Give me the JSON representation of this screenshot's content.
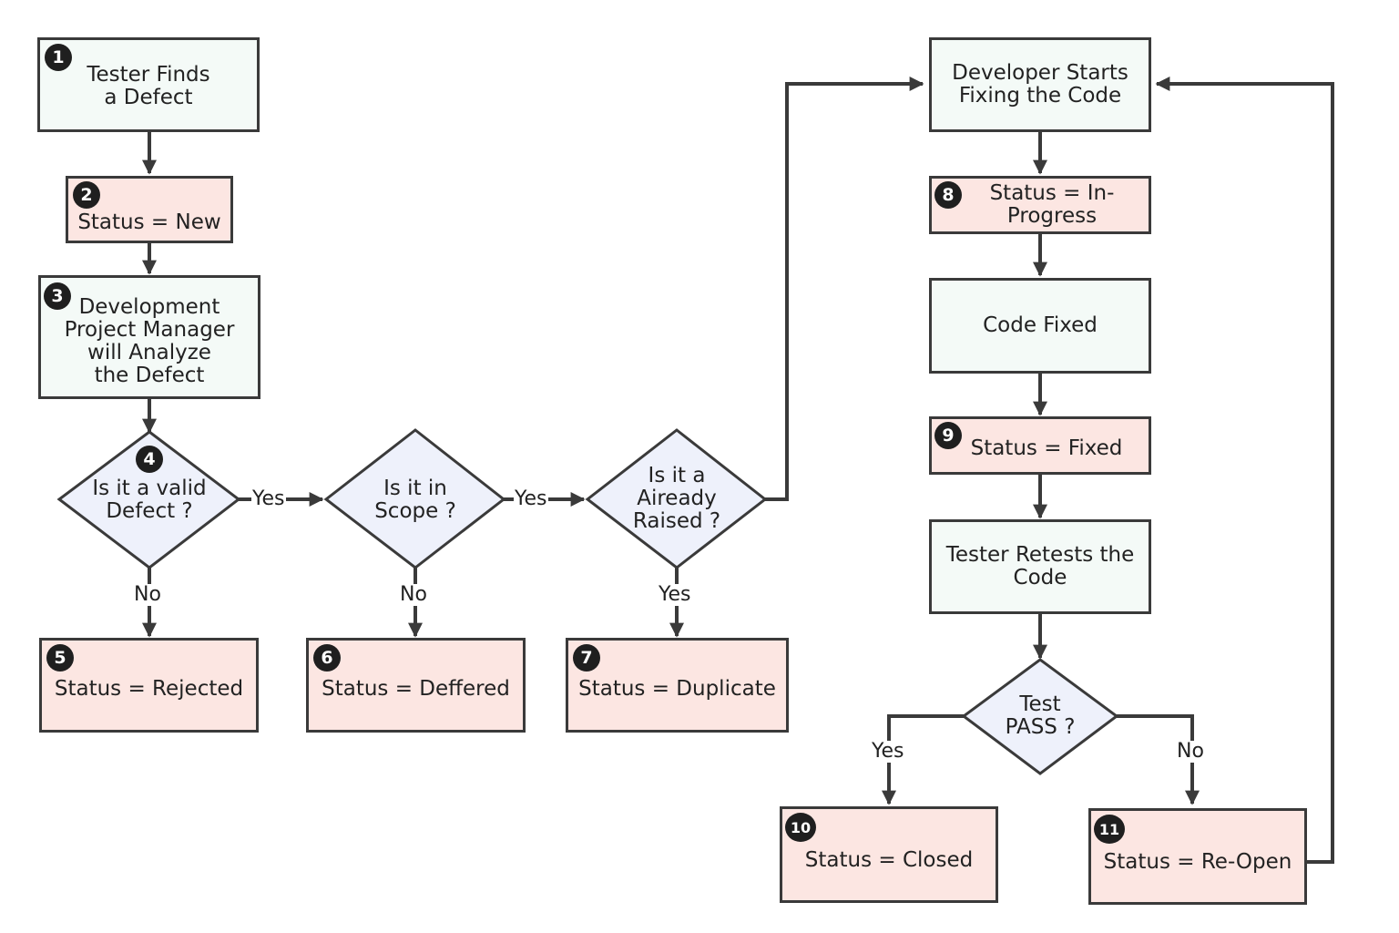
{
  "nodes": {
    "n1": {
      "badge": "1",
      "text": "Tester Finds\na Defect"
    },
    "n2": {
      "badge": "2",
      "text": "Status = New"
    },
    "n3": {
      "badge": "3",
      "text": "Development\nProject Manager\nwill Analyze\nthe Defect"
    },
    "n4": {
      "badge": "4",
      "text": "Is it a valid\nDefect ?"
    },
    "n5": {
      "badge": "5",
      "text": "Status = Rejected"
    },
    "d2": {
      "text": "Is it in\nScope ?"
    },
    "n6": {
      "badge": "6",
      "text": "Status = Deffered"
    },
    "d3": {
      "text": "Is it a\nAiready\nRaised ?"
    },
    "n7": {
      "badge": "7",
      "text": "Status = Duplicate"
    },
    "dev": {
      "text": "Developer Starts\nFixing the Code"
    },
    "n8": {
      "badge": "8",
      "text": "Status = In-\nProgress"
    },
    "fixed": {
      "text": "Code Fixed"
    },
    "n9": {
      "badge": "9",
      "text": "Status = Fixed"
    },
    "retest": {
      "text": "Tester Retests the\nCode"
    },
    "test": {
      "text": "Test\nPASS ?"
    },
    "n10": {
      "badge": "10",
      "text": "Status = Closed"
    },
    "n11": {
      "badge": "11",
      "text": "Status = Re-Open"
    }
  },
  "edge_labels": {
    "valid_yes": "Yes",
    "valid_no": "No",
    "scope_yes": "Yes",
    "scope_no": "No",
    "raised_yes": "Yes",
    "pass_yes": "Yes",
    "pass_no": "No"
  },
  "colors": {
    "line": "#3a3a3a",
    "process_fill": "#f4faf7",
    "status_fill": "#fce6e2",
    "decision_fill": "#eef1fb",
    "badge": "#1f1f1f"
  }
}
